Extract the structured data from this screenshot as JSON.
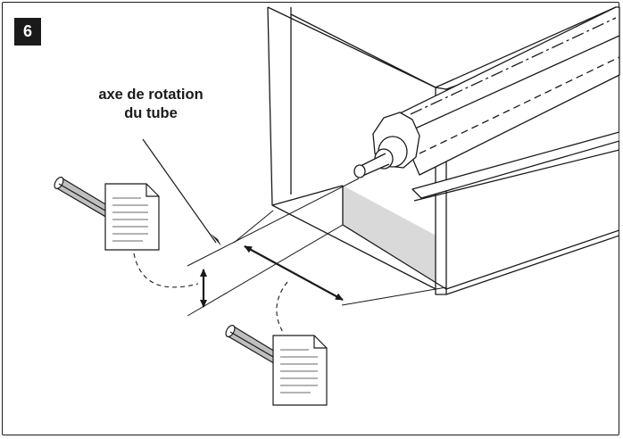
{
  "figure": {
    "step_number": "6",
    "caption_line1": "axe de rotation",
    "caption_line2": "du tube"
  },
  "icons": [
    "pencil-icon",
    "document-icon",
    "double-arrow-icon"
  ],
  "colors": {
    "ink": "#1a1a1a",
    "shade": "#d9d9d9",
    "paper": "#ffffff"
  }
}
